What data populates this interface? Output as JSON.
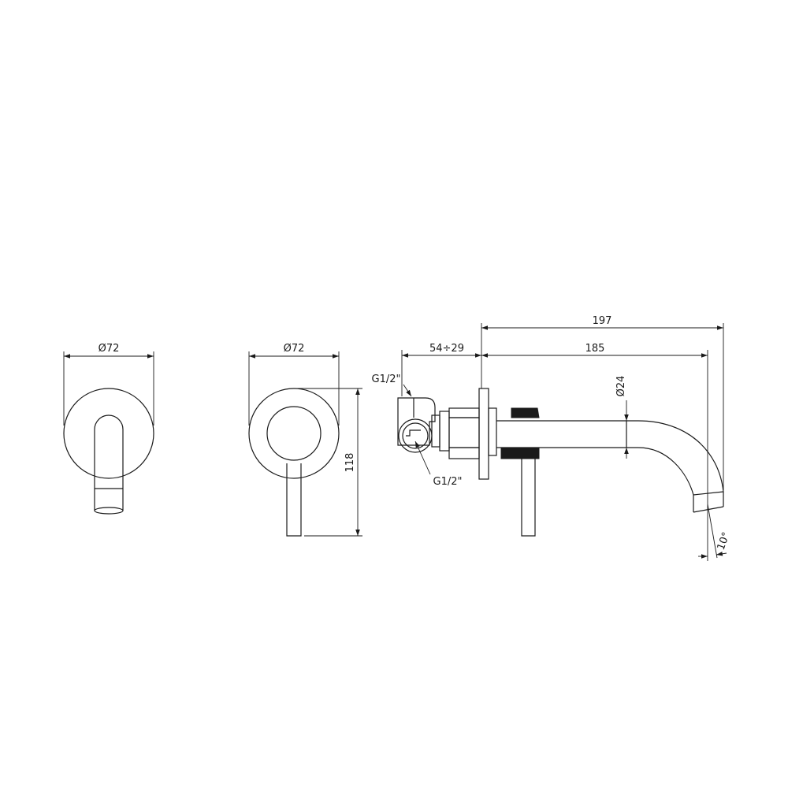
{
  "dimensions": {
    "spout_front_diameter": "Ø72",
    "mixer_front_diameter": "Ø72",
    "mixer_height": "118",
    "total_projection": "197",
    "spout_projection": "185",
    "body_depth_range": "54÷29",
    "pipe_diameter": "Ø24",
    "inlet_top": "G1/2\"",
    "inlet_bottom": "G1/2\"",
    "spout_angle": "10°"
  }
}
